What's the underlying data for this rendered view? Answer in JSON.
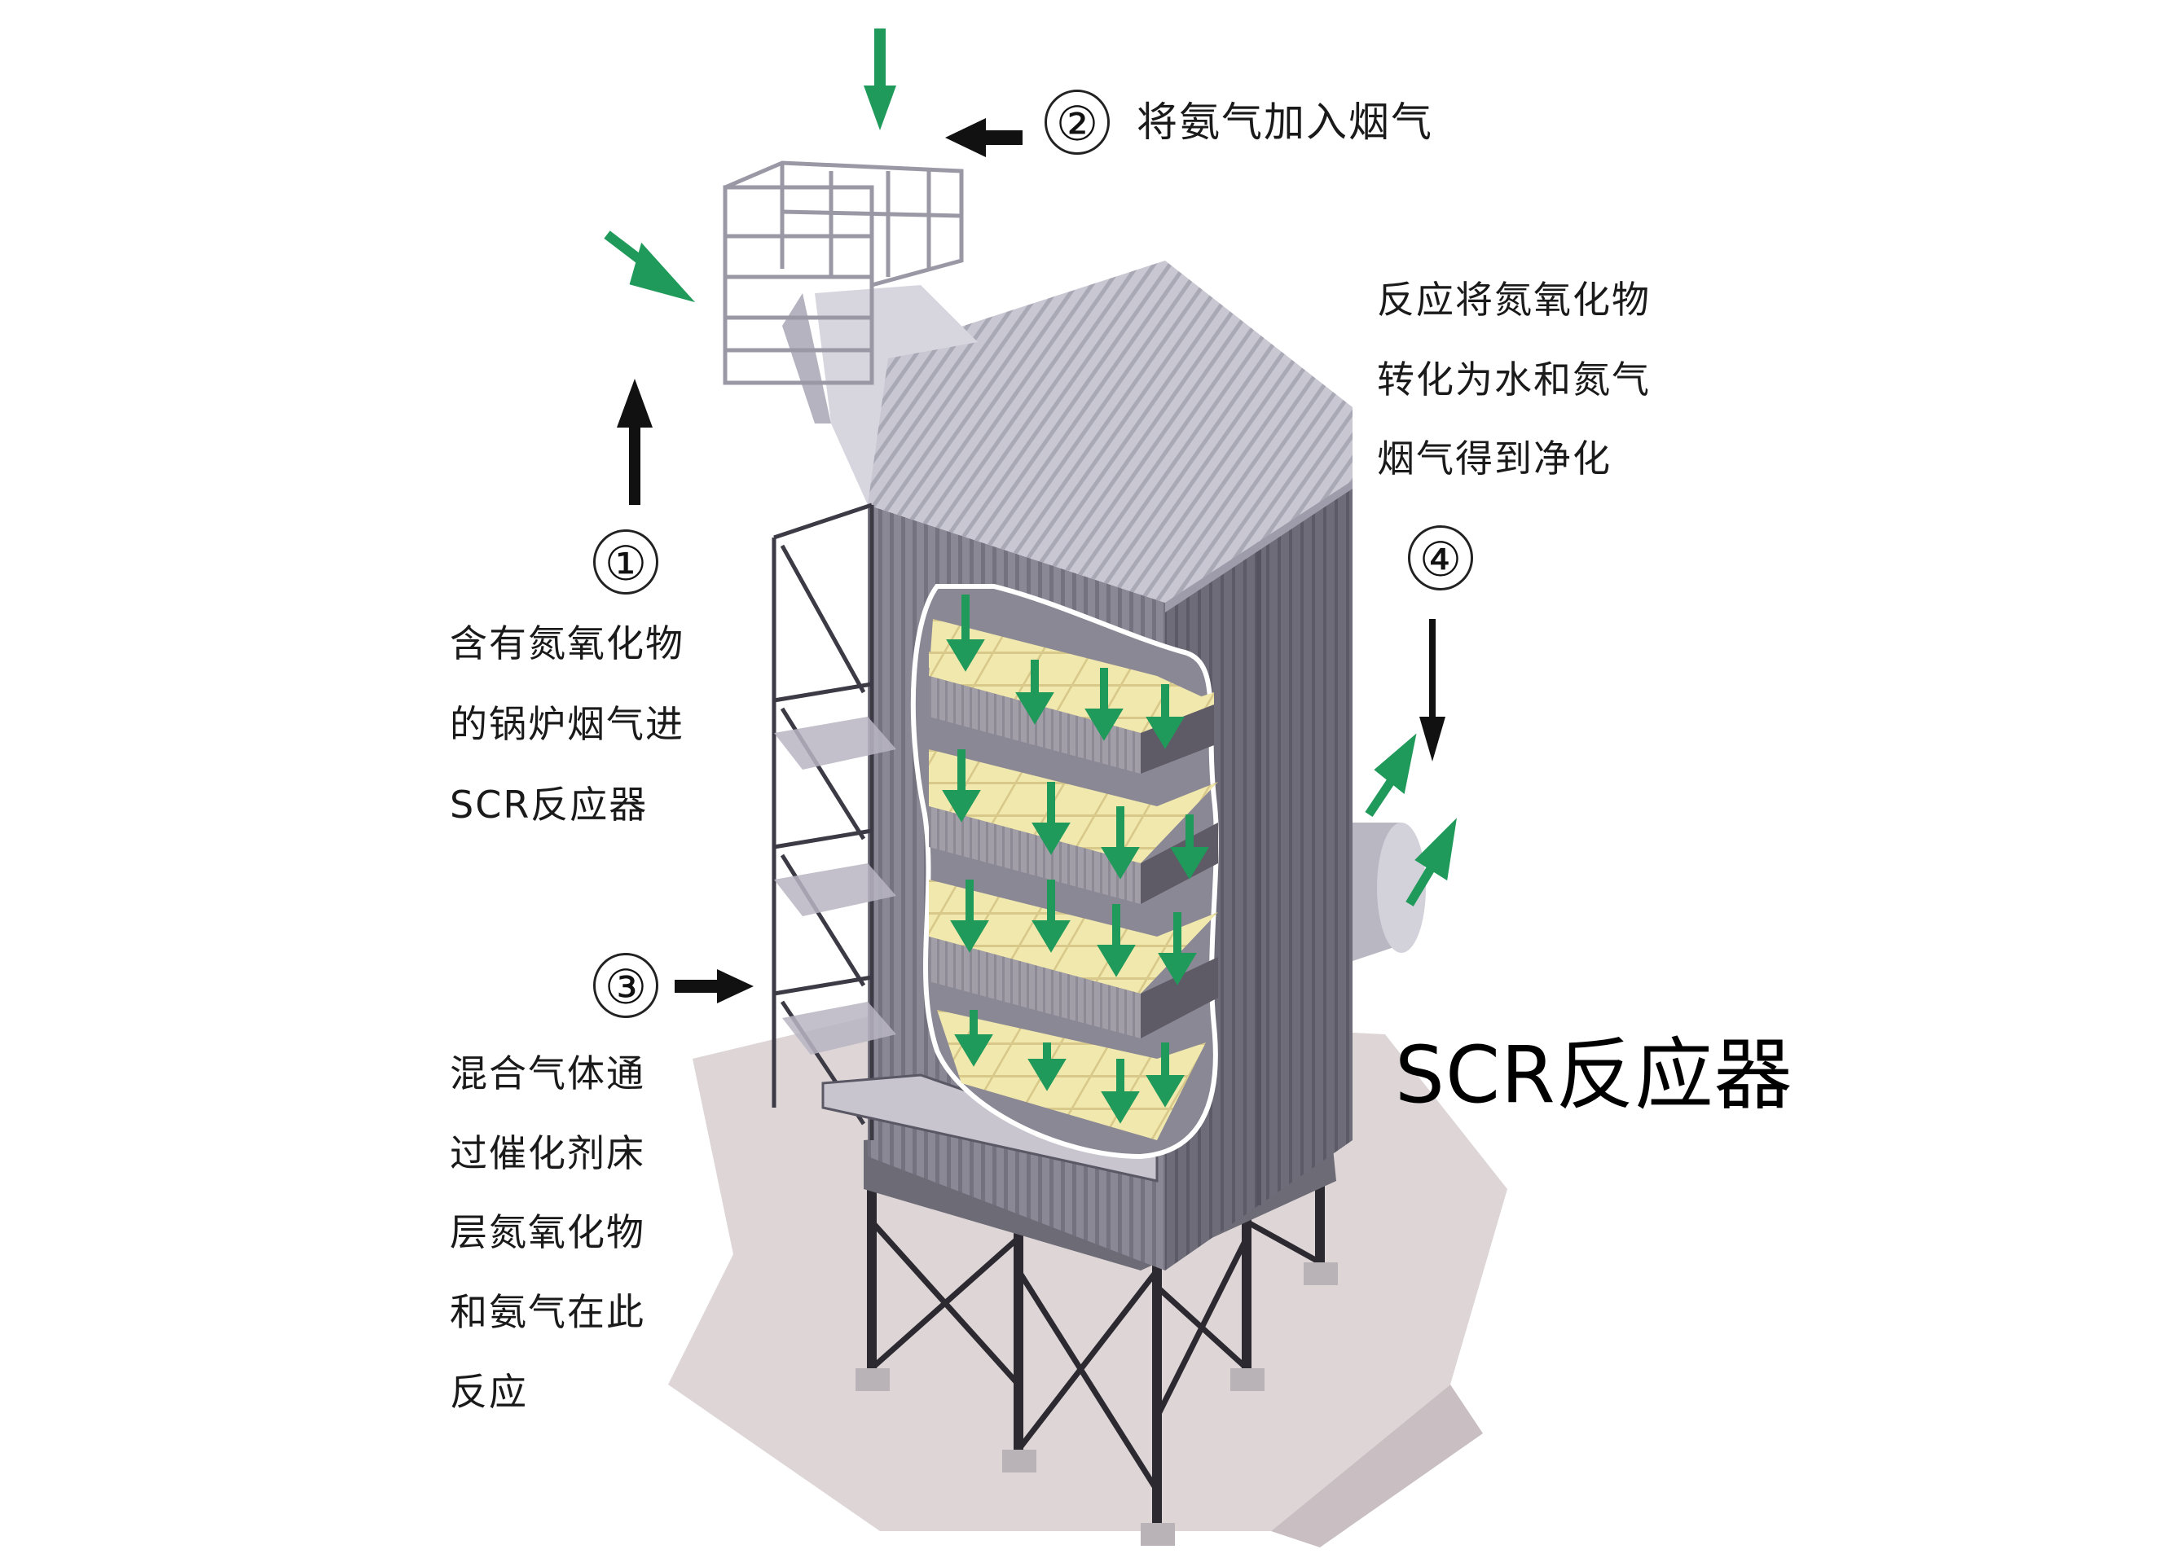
{
  "diagram": {
    "title": "SCR反应器",
    "subject": "SCR reactor (selective catalytic reduction) denitrification process",
    "steps": [
      {
        "number": "①",
        "lines": [
          "含有氮氧化物",
          "的锅炉烟气进",
          "SCR反应器"
        ]
      },
      {
        "number": "②",
        "lines": [
          "将氨气加入烟气"
        ]
      },
      {
        "number": "③",
        "lines": [
          "混合气体通",
          "过催化剂床",
          "层氮氧化物",
          "和氨气在此",
          "反应"
        ]
      },
      {
        "number": "④",
        "lines": [
          "反应将氮氧化物",
          "转化为水和氮气",
          "烟气得到净化"
        ]
      }
    ],
    "components": [
      "ammonia injection grid",
      "flue gas inlet duct",
      "reactor housing",
      "catalyst layers (3)",
      "stair tower",
      "support legs",
      "flue gas outlet"
    ],
    "colors": {
      "flow_arrow_green": "#1f9a5a",
      "pointer_arrow_black": "#111111",
      "housing_gray": "#7d7b86",
      "housing_dark": "#5e5c68",
      "roof_light": "#c9c8d3",
      "catalyst_yellow": "#efe6a8",
      "ground_shadow": "#d8d0d0",
      "background": "#ffffff"
    }
  }
}
